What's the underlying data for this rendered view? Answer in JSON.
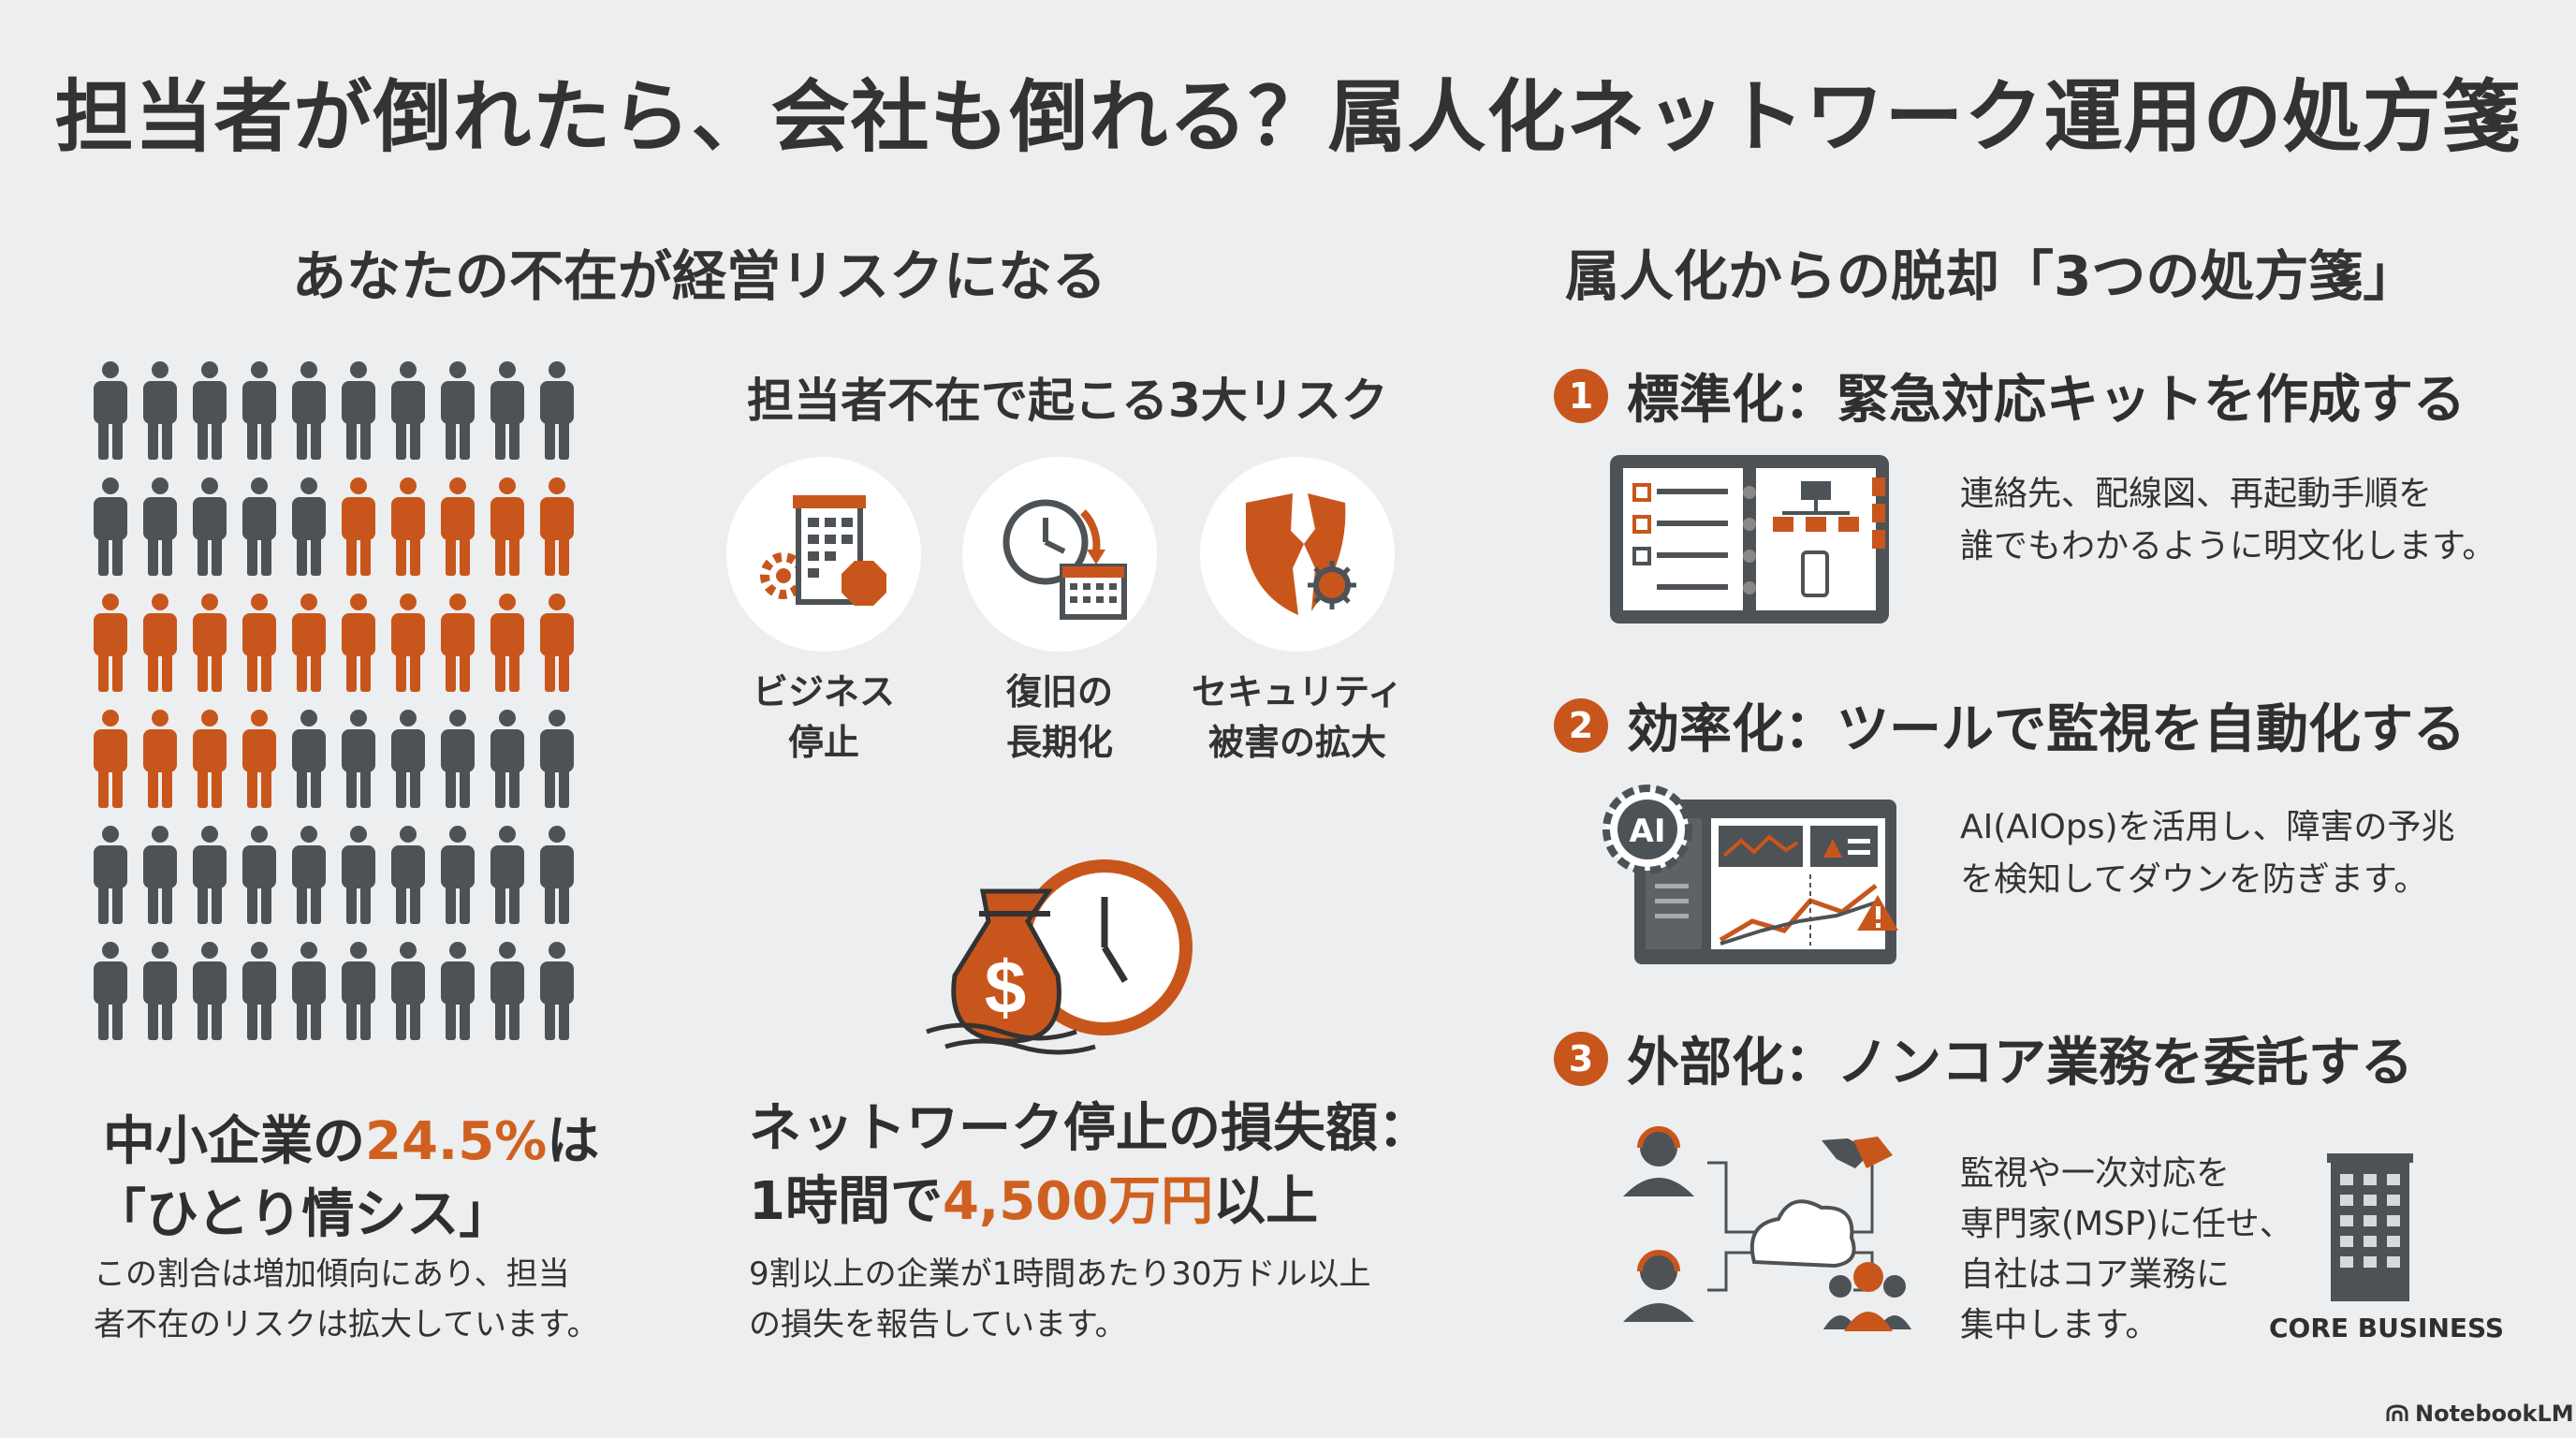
{
  "title": "担当者が倒れたら、会社も倒れる？属人化ネットワーク運用の処方箋",
  "left": {
    "heading": "あなたの不在が経営リスクになる",
    "stat_prefix": "中小企業の",
    "stat_value": "24.5%",
    "stat_suffix": "は",
    "stat_line2": "「ひとり情シス」",
    "desc_line1": "この割合は増加傾向にあり、担当",
    "desc_line2": "者不在のリスクは拡大しています。"
  },
  "risks": {
    "heading": "担当者不在で起こる3大リスク",
    "items": [
      {
        "line1": "ビジネス",
        "line2": "停止",
        "icon": "building-stop-icon"
      },
      {
        "line1": "復旧の",
        "line2": "長期化",
        "icon": "clock-calendar-icon"
      },
      {
        "line1": "セキュリティ",
        "line2": "被害の拡大",
        "icon": "broken-shield-virus-icon"
      }
    ]
  },
  "loss": {
    "line1": "ネットワーク停止の損失額：",
    "line2_prefix": "1時間で",
    "line2_value": "4,500万円",
    "line2_suffix": "以上",
    "desc_line1": "9割以上の企業が1時間あたり30万ドル以上",
    "desc_line2": "の損失を報告しています。"
  },
  "right": {
    "heading": "属人化からの脱却「3つの処方箋」",
    "steps": [
      {
        "num": "1",
        "title": "標準化：緊急対応キットを作成する",
        "desc_line1": "連絡先、配線図、再起動手順を",
        "desc_line2": "誰でもわかるように明文化します。"
      },
      {
        "num": "2",
        "title": "効率化：ツールで監視を自動化する",
        "desc_line1": "AI(AIOps)を活用し、障害の予兆",
        "desc_line2": "を検知してダウンを防ぎます。",
        "icon_label": "AI"
      },
      {
        "num": "3",
        "title": "外部化：ノンコア業務を委託する",
        "desc_line1": "監視や一次対応を",
        "desc_line2": "専門家(MSP)に任せ、",
        "desc_line3": "自社はコア業務に",
        "desc_line4": "集中します。",
        "core_label": "CORE BUSINESS"
      }
    ]
  },
  "brand": "NotebookLM",
  "colors": {
    "orange": "#c8561c",
    "gray": "#4d5256",
    "background": "#eceeef"
  }
}
